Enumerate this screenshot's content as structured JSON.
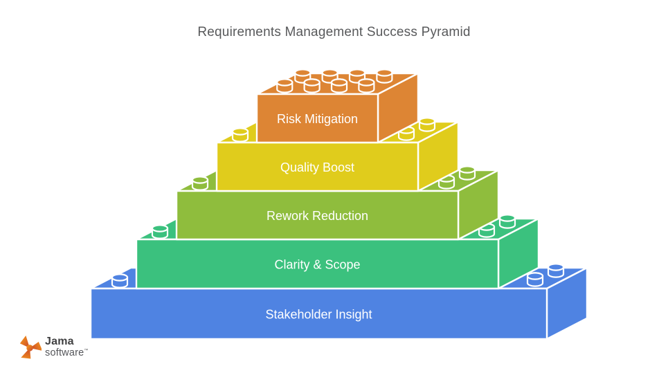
{
  "title": {
    "text": "Requirements Management Success Pyramid",
    "color": "#58595B"
  },
  "pyramid": {
    "outline_color": "#FFFFFF",
    "label_color": "#FFFFFF",
    "layers": [
      {
        "label": "Risk Mitigation",
        "color": "#DD8534"
      },
      {
        "label": "Quality Boost",
        "color": "#E0CC1C"
      },
      {
        "label": "Rework Reduction",
        "color": "#8FBD3D"
      },
      {
        "label": "Clarity & Scope",
        "color": "#3BC17E"
      },
      {
        "label": "Stakeholder Insight",
        "color": "#4F83E2"
      }
    ]
  },
  "branding": {
    "name": "Jama",
    "product": "software",
    "mark": "™",
    "name_color": "#404041",
    "product_color": "#55565A",
    "icon_color_start": "#F9A01B",
    "icon_color_end": "#C9452A"
  }
}
